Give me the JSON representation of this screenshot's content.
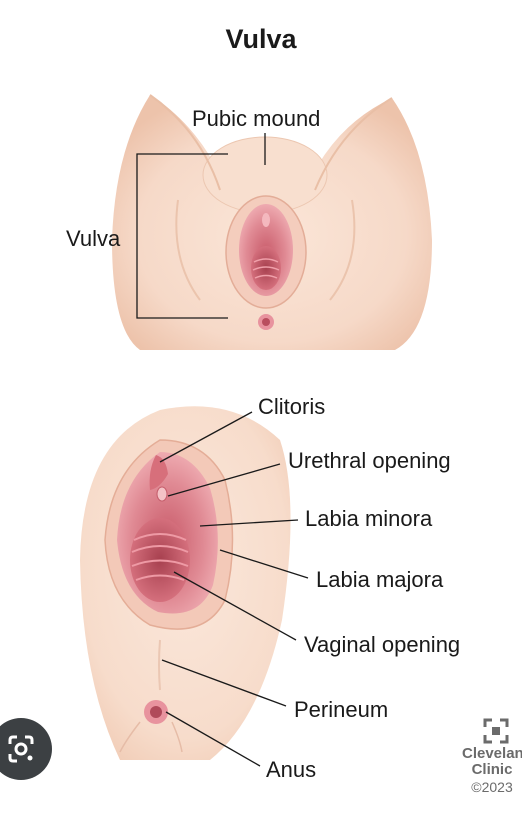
{
  "title": "Vulva",
  "top_figure": {
    "labels": {
      "pubic_mound": "Pubic mound",
      "vulva": "Vulva"
    }
  },
  "bottom_figure": {
    "labels": {
      "clitoris": "Clitoris",
      "urethral_opening": "Urethral opening",
      "labia_minora": "Labia minora",
      "labia_majora": "Labia majora",
      "vaginal_opening": "Vaginal opening",
      "perineum": "Perineum",
      "anus": "Anus"
    }
  },
  "logo": {
    "line1": "Clevelan",
    "line2": "Clinic",
    "copyright": "©2023"
  },
  "colors": {
    "skin": "#f6d9c8",
    "skin_shadow": "#ecc2aa",
    "tissue": "#d9737f",
    "tissue_dark": "#b9505f",
    "tissue_light": "#f0a8b0",
    "overlay_button": "#3c4043"
  },
  "icons": {
    "logo": "cleveland-clinic-cross-icon",
    "overlay_button": "google-lens-icon"
  }
}
